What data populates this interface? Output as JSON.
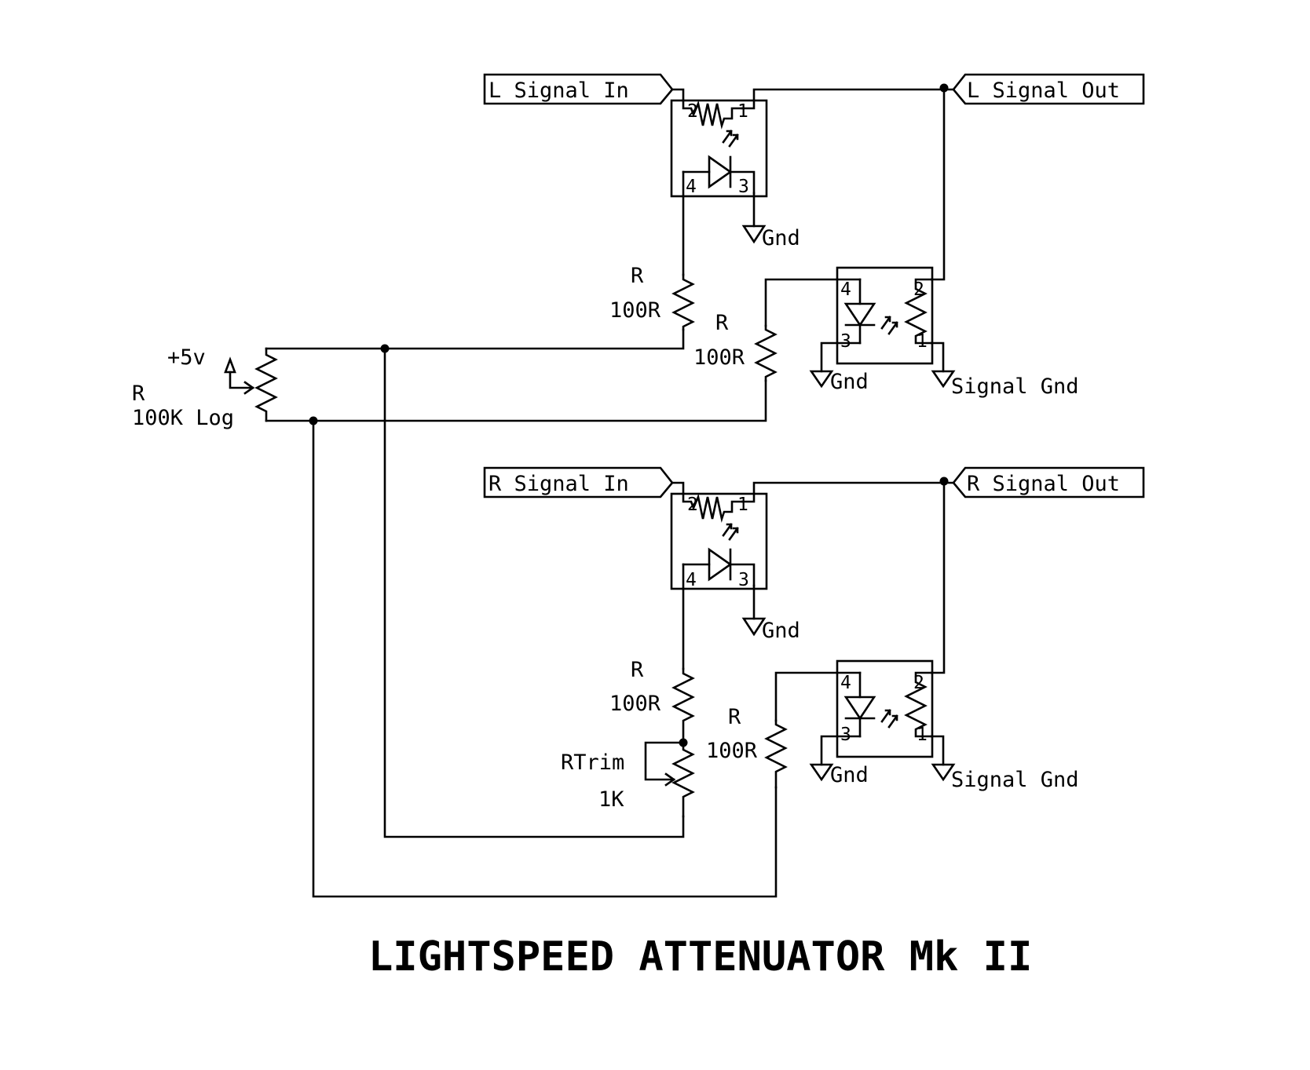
{
  "title": "LIGHTSPEED ATTENUATOR Mk II",
  "ports": {
    "l_in": "L Signal In",
    "l_out": "L Signal Out",
    "r_in": "R Signal In",
    "r_out": "R Signal Out"
  },
  "supply": "+5v",
  "pot": {
    "ref": "R",
    "value": "100K Log"
  },
  "resistor": {
    "ref": "R",
    "value": "100R"
  },
  "trim": {
    "ref": "RTrim",
    "value": "1K"
  },
  "ground": "Gnd",
  "signal_ground": "Signal Gnd",
  "pins": {
    "p1": "1",
    "p2": "2",
    "p3": "3",
    "p4": "4"
  },
  "colors": {
    "ink": "#000000",
    "paper": "#ffffff"
  }
}
